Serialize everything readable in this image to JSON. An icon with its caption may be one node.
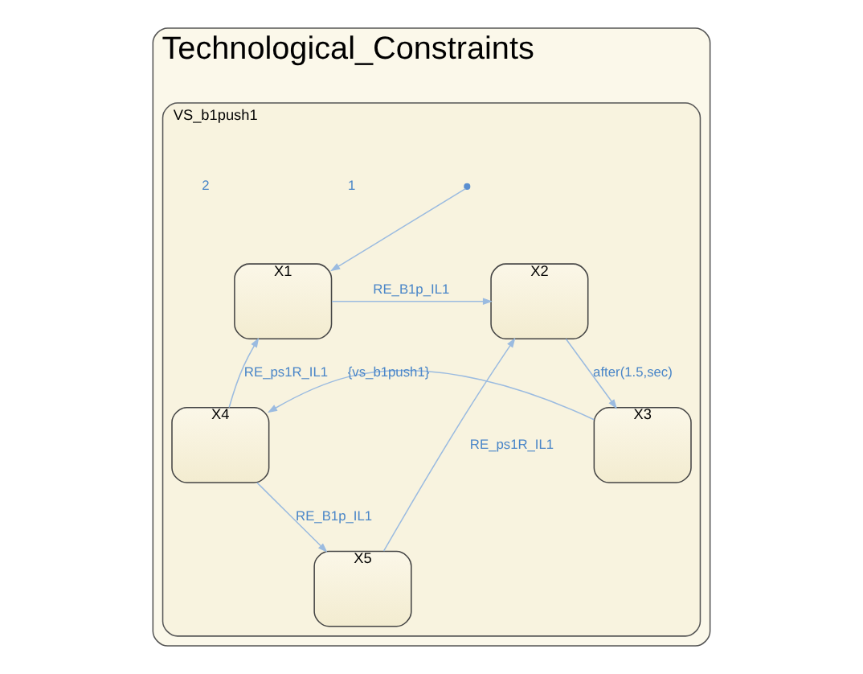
{
  "diagram": {
    "nodes": [
      {
        "text": [
          "Technological_Constraints"
        ]
      },
      {
        "text": [
          "VS_b1push1"
        ],
        "in": 0
      },
      {
        "text": [],
        "shape": "circle",
        "in": 1
      },
      {
        "text": [
          "X1"
        ],
        "in": 1
      },
      {
        "text": [
          "X2"
        ],
        "in": 1
      },
      {
        "text": [
          "X5"
        ],
        "in": 1
      },
      {
        "text": [
          "X4"
        ],
        "in": 1
      },
      {
        "text": [
          "X3"
        ],
        "in": 1
      }
    ],
    "edges": [
      {
        "from": 2,
        "to": 3,
        "arrow": "to"
      },
      {
        "from": 3,
        "to": 4,
        "arrow": "to",
        "label": "RE_B1p_IL1"
      },
      {
        "from": 5,
        "to": 4,
        "arrow": "to",
        "label": "RE_ps1R_IL1"
      },
      {
        "from": 4,
        "to": 7,
        "arrow": "to",
        "label": "after(1.5,sec)"
      },
      {
        "from": 7,
        "to": 6,
        "arrow": "to",
        "label": "{vs_b1push1}"
      },
      {
        "from": 6,
        "to": 3,
        "arrow": "to",
        "label": "RE_ps1R_IL1"
      },
      {
        "from": 6,
        "to": 5,
        "arrow": "to",
        "label": "RE_B1p_IL1"
      }
    ],
    "labels": [
      "1",
      "2"
    ]
  }
}
